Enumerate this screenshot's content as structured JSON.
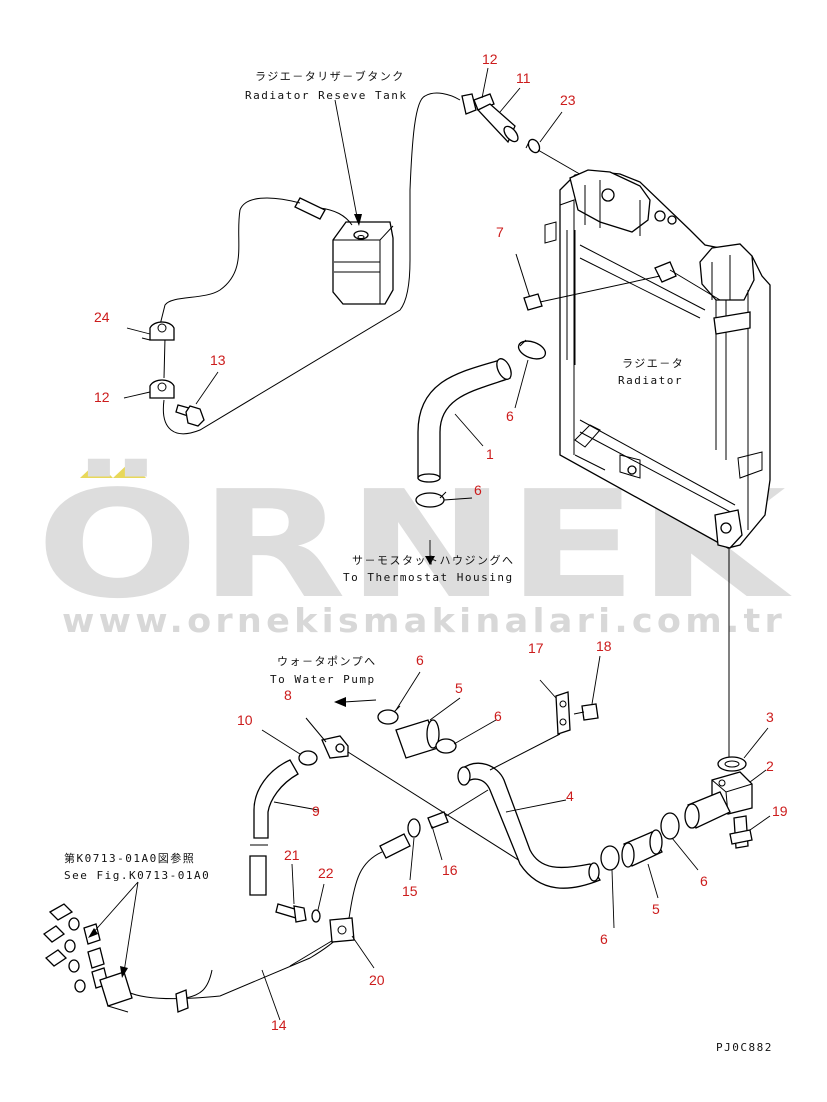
{
  "labels": {
    "tank_jp": "ラジエ－タリザ－ブタンク",
    "tank_en": "Radiator Reseve Tank",
    "radiator_jp": "ラジエ－タ",
    "radiator_en": "Radiator",
    "thermo_jp": "サ－モスタットハウジングへ",
    "thermo_en": "To Thermostat Housing",
    "pump_jp": "ウォ－タポンプへ",
    "pump_en": "To Water Pump",
    "see_jp": "第K0713-01A0図参照",
    "see_en": "See Fig.K0713-01A0",
    "code": "PJ0C882"
  },
  "watermark": {
    "brand": "ÖRNEK",
    "url": "www.ornekismakinalari.com.tr"
  },
  "callouts": {
    "c12a": "12",
    "c11": "11",
    "c23": "23",
    "c7": "7",
    "c24": "24",
    "c13": "13",
    "c12b": "12",
    "c6a": "6",
    "c1": "1",
    "c6b": "6",
    "c6c": "6",
    "c5a": "5",
    "c6d": "6",
    "c17": "17",
    "c18": "18",
    "c8": "8",
    "c10": "10",
    "c3": "3",
    "c2": "2",
    "c4": "4",
    "c9": "9",
    "c19": "19",
    "c16": "16",
    "c15": "15",
    "c21": "21",
    "c22": "22",
    "c6e": "6",
    "c5b": "5",
    "c6f": "6",
    "c20": "20",
    "c14": "14"
  },
  "colors": {
    "callout": "#cc1c1c",
    "line": "#000000",
    "watermark": "#dddddd",
    "accent": "#e8d85a"
  }
}
